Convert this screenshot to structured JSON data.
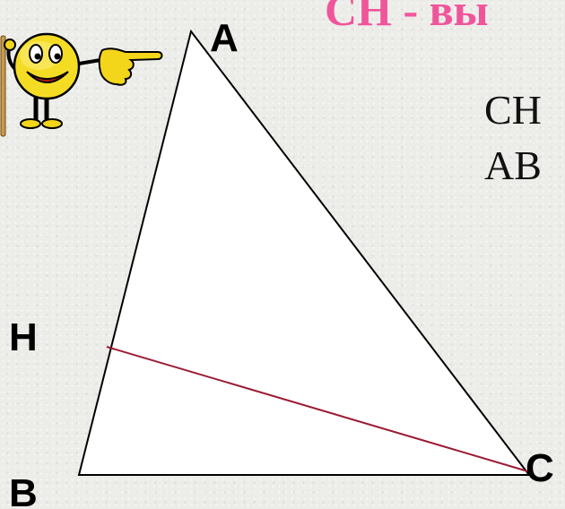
{
  "title": "CH - вы",
  "text_lines": [
    "CH",
    "AB"
  ],
  "vertices": {
    "A": "A",
    "B": "B",
    "C": "C",
    "H": "H"
  },
  "colors": {
    "title": "#f0559a",
    "altitude": "#9b1b33",
    "triangle_stroke": "#000000",
    "triangle_fill": "#ffffff"
  },
  "icons": [
    "smiley-pointing-icon"
  ]
}
